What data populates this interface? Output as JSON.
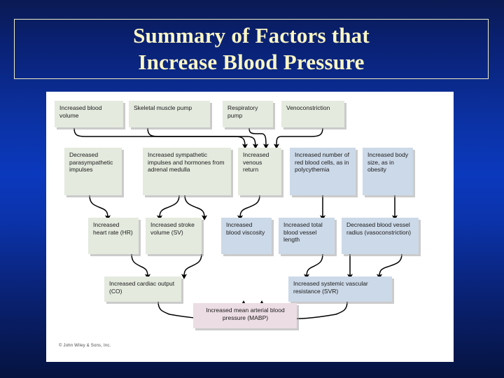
{
  "slide": {
    "title": {
      "line1": "Summary of Factors that",
      "line2": "Increase Blood Pressure"
    },
    "credit": "© John Wiley & Sons, Inc.",
    "colors": {
      "background_top": "#0a1a52",
      "background_mid": "#0b39bd",
      "background_bottom": "#061340",
      "title_text": "#fbf6c4",
      "title_border": "#f2f0c8",
      "panel": "#ffffff",
      "node_green": "#e4eade",
      "node_blue": "#ccd9e8",
      "node_pink": "#ecdde4",
      "connector": "#000000"
    }
  },
  "chart_data": {
    "type": "diagram",
    "title": "Summary of Factors that Increase Blood Pressure",
    "nodes": [
      {
        "id": "blood_volume",
        "label": "Increased blood volume",
        "row": 1,
        "color": "green"
      },
      {
        "id": "skeletal_pump",
        "label": "Skeletal muscle pump",
        "row": 1,
        "color": "green"
      },
      {
        "id": "respiratory_pump",
        "label": "Respiratory pump",
        "row": 1,
        "color": "green"
      },
      {
        "id": "venoconstriction",
        "label": "Venoconstriction",
        "row": 1,
        "color": "green"
      },
      {
        "id": "parasympathetic",
        "label": "Decreased parasympathetic impulses",
        "row": 2,
        "color": "green"
      },
      {
        "id": "sympathetic",
        "label": "Increased sympathetic impulses and hormones from adrenal medulla",
        "row": 2,
        "color": "green"
      },
      {
        "id": "venous_return",
        "label": "Increased venous return",
        "row": 2,
        "color": "green"
      },
      {
        "id": "red_blood_cells",
        "label": "Increased number of red blood cells, as in polycythemia",
        "row": 2,
        "color": "blue"
      },
      {
        "id": "body_size",
        "label": "Increased body size, as in obesity",
        "row": 2,
        "color": "blue"
      },
      {
        "id": "heart_rate",
        "label": "Increased heart rate (HR)",
        "row": 3,
        "color": "green"
      },
      {
        "id": "stroke_volume",
        "label": "Increased stroke volume (SV)",
        "row": 3,
        "color": "green"
      },
      {
        "id": "blood_viscosity",
        "label": "Increased blood viscosity",
        "row": 3,
        "color": "blue"
      },
      {
        "id": "vessel_length",
        "label": "Increased total blood vessel length",
        "row": 3,
        "color": "blue"
      },
      {
        "id": "vessel_radius",
        "label": "Decreased blood vessel radius (vasoconstriction)",
        "row": 3,
        "color": "blue"
      },
      {
        "id": "cardiac_output",
        "label": "Increased cardiac output (CO)",
        "row": 4,
        "color": "green"
      },
      {
        "id": "svr",
        "label": "Increased systemic vascular resistance (SVR)",
        "row": 4,
        "color": "blue"
      },
      {
        "id": "mabp",
        "label": "Increased mean arterial blood pressure (MABP)",
        "row": 5,
        "color": "pink"
      }
    ],
    "edges": [
      {
        "from": "blood_volume",
        "to": "venous_return"
      },
      {
        "from": "skeletal_pump",
        "to": "venous_return"
      },
      {
        "from": "respiratory_pump",
        "to": "venous_return"
      },
      {
        "from": "venoconstriction",
        "to": "venous_return"
      },
      {
        "from": "parasympathetic",
        "to": "heart_rate"
      },
      {
        "from": "sympathetic",
        "to": "heart_rate"
      },
      {
        "from": "sympathetic",
        "to": "stroke_volume"
      },
      {
        "from": "venous_return",
        "to": "stroke_volume"
      },
      {
        "from": "red_blood_cells",
        "to": "blood_viscosity"
      },
      {
        "from": "body_size",
        "to": "vessel_length"
      },
      {
        "from": "heart_rate",
        "to": "cardiac_output"
      },
      {
        "from": "stroke_volume",
        "to": "cardiac_output"
      },
      {
        "from": "blood_viscosity",
        "to": "svr"
      },
      {
        "from": "vessel_length",
        "to": "svr"
      },
      {
        "from": "vessel_radius",
        "to": "svr"
      },
      {
        "from": "cardiac_output",
        "to": "mabp"
      },
      {
        "from": "svr",
        "to": "mabp"
      }
    ]
  }
}
